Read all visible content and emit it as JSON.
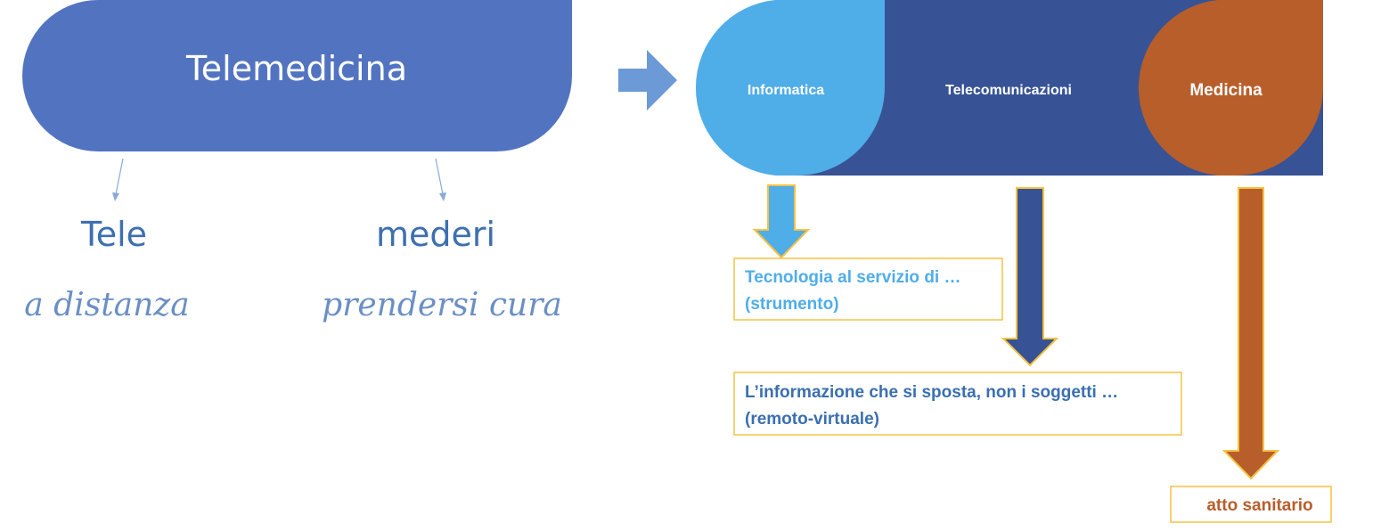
{
  "left": {
    "title": "Telemedicina",
    "parts": [
      {
        "word": "Tele",
        "meaning": "a distanza"
      },
      {
        "word": "mederi",
        "meaning": "prendersi cura"
      }
    ]
  },
  "right": {
    "segments": [
      {
        "label": "Informatica",
        "color": "#4fade8"
      },
      {
        "label": "Telecomunicazioni",
        "color": "#375395"
      },
      {
        "label": "Medicina",
        "color": "#b85e2b"
      }
    ],
    "boxes": [
      {
        "lines": [
          "Tecnologia al servizio di …",
          "(strumento)"
        ],
        "color": "#4fade8"
      },
      {
        "lines": [
          "L’informazione che si sposta, non i soggetti …",
          "(remoto-virtuale)"
        ],
        "color": "#3a6fb0"
      },
      {
        "lines": [
          "atto sanitario"
        ],
        "color": "#b85e2b"
      }
    ]
  },
  "colors": {
    "title_pill": "#5274c0",
    "arrow": "#6b9ad6",
    "box_border": "#f5c242",
    "part_text": "#3d6fb0",
    "handwriting": "#6b8fc4"
  }
}
